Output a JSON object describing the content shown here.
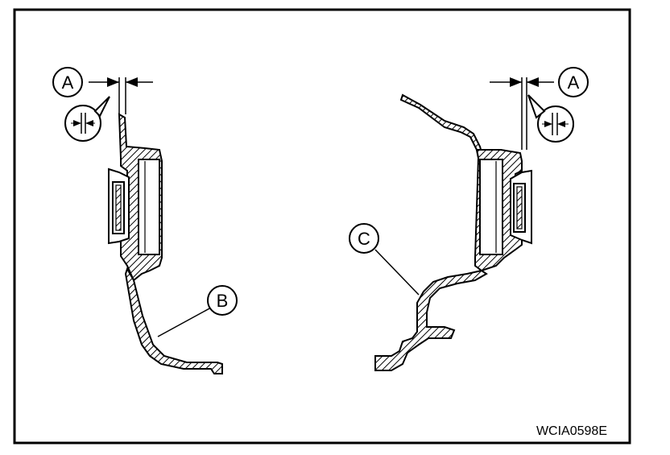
{
  "figure": {
    "id_code": "WCIA0598E"
  },
  "callouts": {
    "left_dimension": "A",
    "right_dimension": "A",
    "left_part": "B",
    "right_part": "C"
  },
  "colors": {
    "ink": "#000000",
    "background": "#ffffff"
  }
}
